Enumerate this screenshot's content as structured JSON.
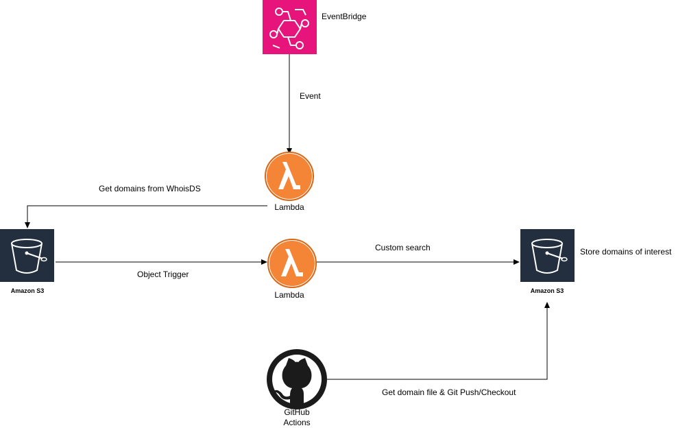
{
  "nodes": {
    "eventbridge": {
      "label": "EventBridge",
      "icon": "eventbridge-icon",
      "color": "#e7157b"
    },
    "lambda_top": {
      "label": "Lambda",
      "icon": "lambda-icon",
      "color": "#f58536"
    },
    "lambda_mid": {
      "label": "Lambda",
      "icon": "lambda-icon",
      "color": "#f58536"
    },
    "s3_left": {
      "label": "Amazon S3",
      "icon": "s3-bucket-icon",
      "color": "#232f3e"
    },
    "s3_right": {
      "label": "Amazon S3",
      "icon": "s3-bucket-icon",
      "color": "#232f3e"
    },
    "github": {
      "label_line1": "GitHub",
      "label_line2": "Actions",
      "icon": "github-octocat-icon",
      "color": "#1b1b1b"
    },
    "s3_right_note": "Store domains of interest"
  },
  "edges": {
    "event": "Event",
    "get_domains": "Get domains from WhoisDS",
    "object_trigger": "Object Trigger",
    "custom_search": "Custom search",
    "git_push": "Get domain file &  Git Push/Checkout"
  }
}
